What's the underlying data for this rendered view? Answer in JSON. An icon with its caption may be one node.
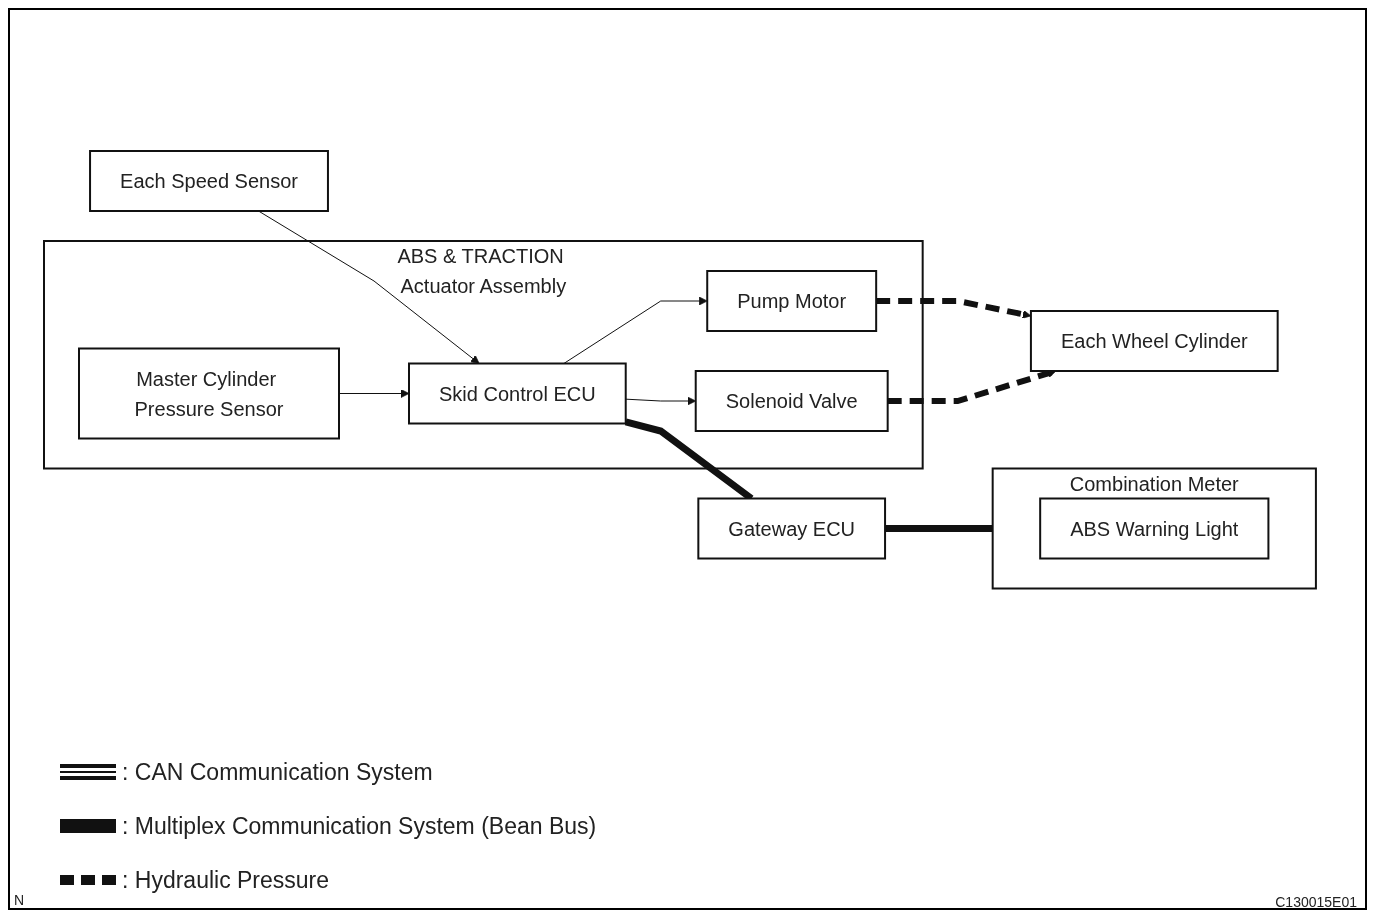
{
  "diagram": {
    "nodes": [
      {
        "text": [
          "ABS & TRACTION Actuator Assembly"
        ]
      },
      {
        "text": [
          "Skid Control ECU"
        ],
        "in": 0
      },
      {
        "text": [
          "Pump Motor"
        ],
        "in": 0
      },
      {
        "text": [
          "Solenoid Valve"
        ],
        "in": 0
      },
      {
        "text": [
          "Master Cylinder Pressure Sensor"
        ],
        "in": 0
      },
      {
        "text": [
          "Each Speed Sensor"
        ]
      },
      {
        "text": [
          "Each Wheel Cylinder"
        ]
      },
      {
        "text": [
          "Gateway ECU"
        ]
      },
      {
        "text": [
          "Combination Meter"
        ]
      },
      {
        "text": [
          "ABS Warning Light"
        ],
        "in": 8
      }
    ],
    "edges": [
      {
        "from": 5,
        "to": 1,
        "arrow": "to"
      },
      {
        "from": 1,
        "to": 2,
        "arrow": "to"
      },
      {
        "from": 1,
        "to": 3,
        "arrow": "to"
      },
      {
        "from": 4,
        "to": 1,
        "arrow": "to"
      },
      {
        "from": 2,
        "to": 6,
        "arrow": "to",
        "style": "dashed"
      },
      {
        "from": 3,
        "to": 6,
        "arrow": "to",
        "style": "dashed"
      },
      {
        "from": 1,
        "to": 7,
        "arrow": "none",
        "style": "thick"
      },
      {
        "from": 7,
        "to": 8,
        "arrow": "none",
        "style": "thick"
      }
    ],
    "labels": [
      "N",
      "C130015E01"
    ],
    "legend": [
      {
        "text": ": CAN Communication System"
      },
      {
        "text": ": Multiplex Communication System (Bean Bus)"
      },
      {
        "text": ": Hydraulic Pressure"
      }
    ]
  }
}
